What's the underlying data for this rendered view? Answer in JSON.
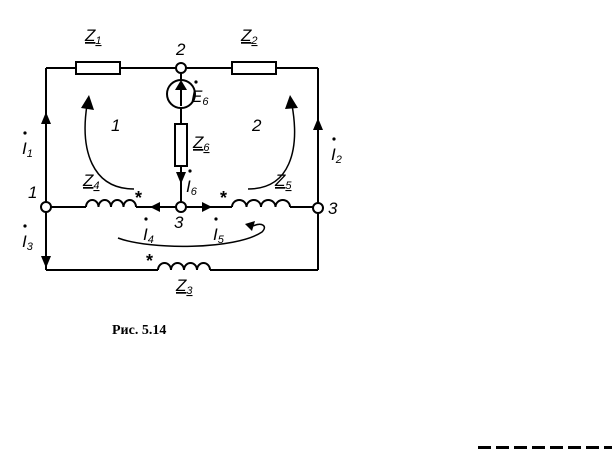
{
  "diagram": {
    "labels": {
      "z1": "Z",
      "z1_sub": "1",
      "z2": "Z",
      "z2_sub": "2",
      "z3": "Z",
      "z3_sub": "3",
      "z4": "Z",
      "z4_sub": "4",
      "z5": "Z",
      "z5_sub": "5",
      "z6": "Z",
      "z6_sub": "6",
      "e6": "E",
      "e6_sub": "6",
      "i1": "I",
      "i1_sub": "1",
      "i2": "I",
      "i2_sub": "2",
      "i3": "I",
      "i3_sub": "3",
      "i4": "I",
      "i4_sub": "4",
      "i5": "I",
      "i5_sub": "5",
      "i6": "I",
      "i6_sub": "6"
    },
    "nodes": {
      "node_top": "2",
      "node_left": "1",
      "node_center": "3",
      "node_right": "3"
    },
    "loops": {
      "loop1": "1",
      "loop2": "2"
    },
    "star_mark": "*"
  },
  "caption": "Рис. 5.14"
}
